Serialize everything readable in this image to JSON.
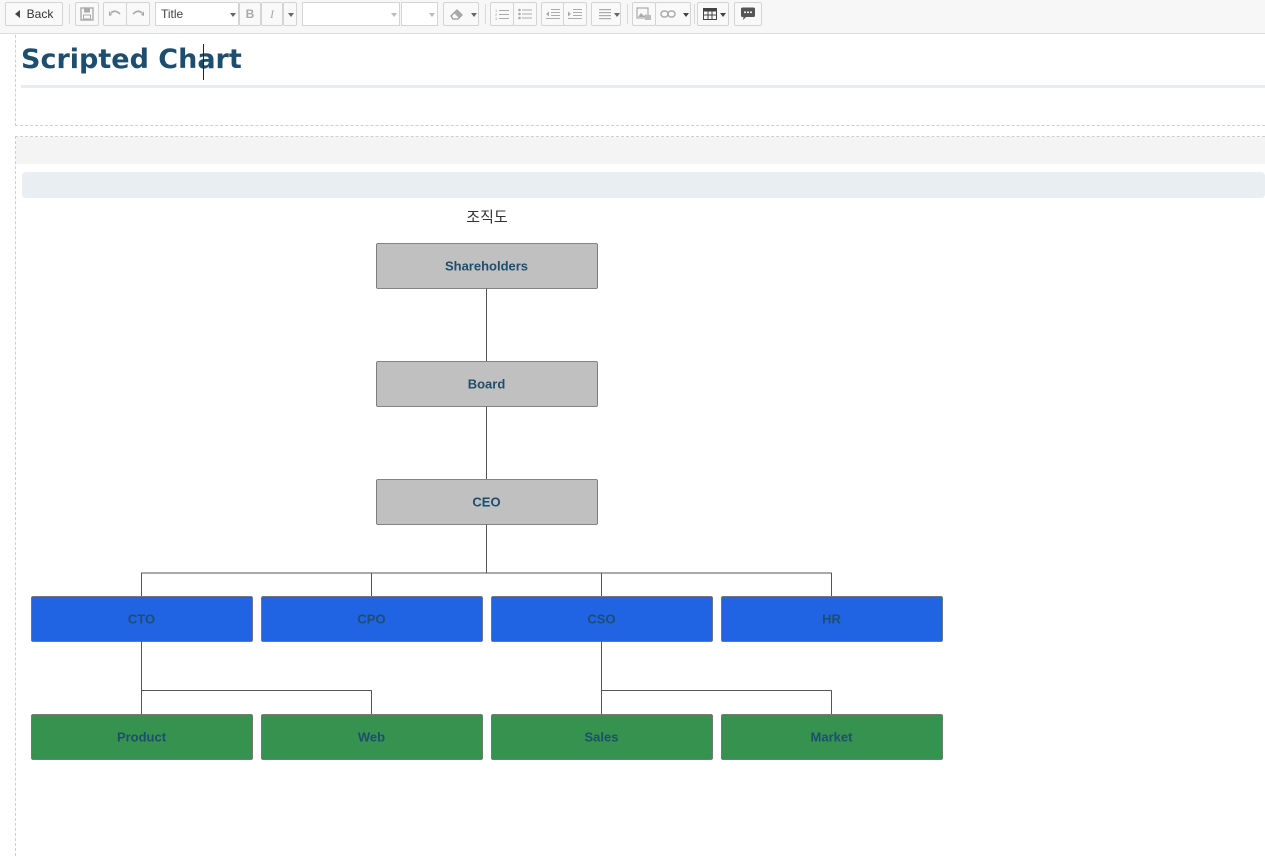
{
  "toolbar": {
    "back_label": "Back",
    "style_select_value": "Title",
    "font_select_value": "",
    "size_select_value": "",
    "icons": [
      "save-icon",
      "undo-icon",
      "redo-icon",
      "bold-icon",
      "italic-icon",
      "eraser-icon",
      "ordered-list-icon",
      "unordered-list-icon",
      "outdent-icon",
      "indent-icon",
      "align-icon",
      "image-icon",
      "link-icon",
      "table-icon",
      "comment-icon"
    ]
  },
  "page": {
    "title": "Scripted Chart"
  },
  "chart_data": {
    "type": "org-chart",
    "title": "조직도",
    "colors": {
      "executive": "#c0c0c0",
      "c_level": "#2064e4",
      "team": "#36934f",
      "label": "#1d4e6e"
    },
    "nodes": [
      {
        "id": "shareholders",
        "label": "Shareholders",
        "parent": null,
        "level": 0,
        "col": 1.5,
        "group": "executive"
      },
      {
        "id": "board",
        "label": "Board",
        "parent": "shareholders",
        "level": 1,
        "col": 1.5,
        "group": "executive"
      },
      {
        "id": "ceo",
        "label": "CEO",
        "parent": "board",
        "level": 2,
        "col": 1.5,
        "group": "executive"
      },
      {
        "id": "cto",
        "label": "CTO",
        "parent": "ceo",
        "level": 3,
        "col": 0,
        "group": "c_level"
      },
      {
        "id": "cpo",
        "label": "CPO",
        "parent": "ceo",
        "level": 3,
        "col": 1,
        "group": "c_level"
      },
      {
        "id": "cso",
        "label": "CSO",
        "parent": "ceo",
        "level": 3,
        "col": 2,
        "group": "c_level"
      },
      {
        "id": "hr",
        "label": "HR",
        "parent": "ceo",
        "level": 3,
        "col": 3,
        "group": "c_level"
      },
      {
        "id": "product",
        "label": "Product",
        "parent": "cto",
        "level": 4,
        "col": 0,
        "group": "team"
      },
      {
        "id": "web",
        "label": "Web",
        "parent": "cto",
        "level": 4,
        "col": 1,
        "group": "team"
      },
      {
        "id": "sales",
        "label": "Sales",
        "parent": "cso",
        "level": 4,
        "col": 2,
        "group": "team"
      },
      {
        "id": "market",
        "label": "Market",
        "parent": "cso",
        "level": 4,
        "col": 3,
        "group": "team"
      }
    ]
  }
}
